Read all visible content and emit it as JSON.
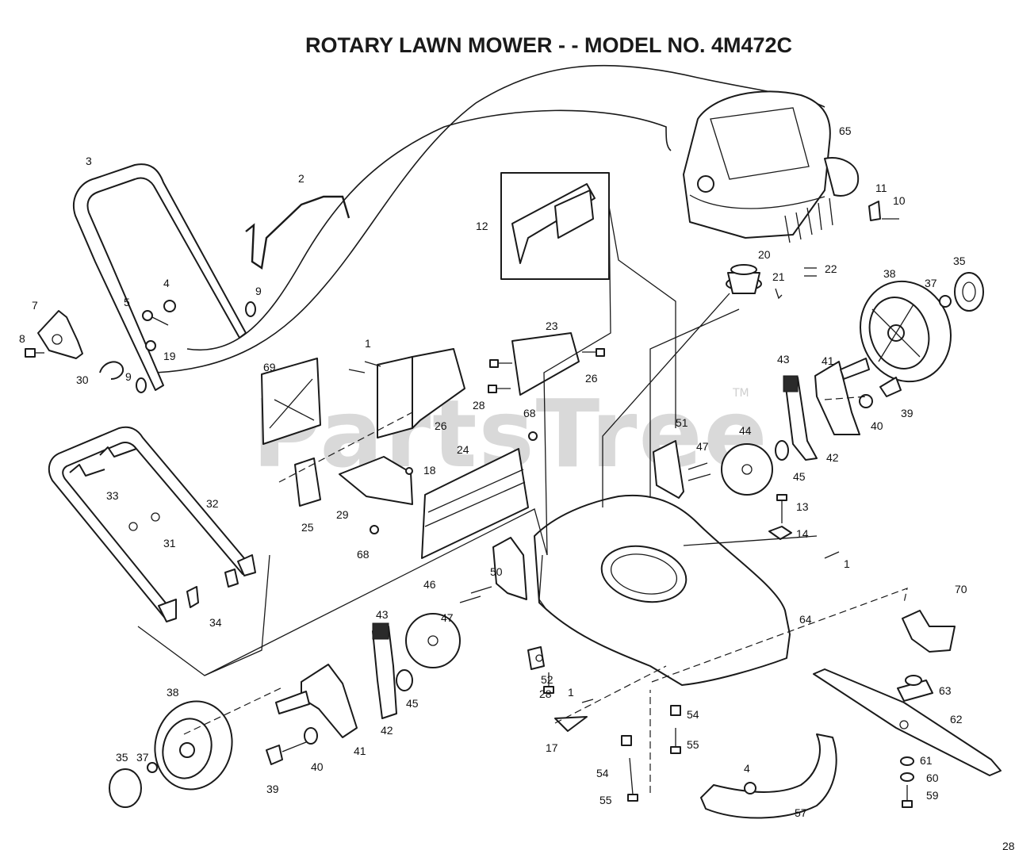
{
  "title": "ROTARY LAWN MOWER - - MODEL NO. 4M472C",
  "watermark": "PartsTree",
  "watermark_mark": "TM",
  "callouts": [
    "1",
    "1",
    "1",
    "2",
    "3",
    "4",
    "4",
    "5",
    "7",
    "8",
    "9",
    "9",
    "10",
    "11",
    "12",
    "13",
    "14",
    "17",
    "18",
    "19",
    "20",
    "21",
    "22",
    "23",
    "24",
    "25",
    "26",
    "26",
    "28",
    "28",
    "28",
    "29",
    "30",
    "31",
    "32",
    "33",
    "34",
    "35",
    "35",
    "37",
    "37",
    "38",
    "38",
    "39",
    "39",
    "40",
    "40",
    "41",
    "41",
    "42",
    "42",
    "43",
    "43",
    "44",
    "45",
    "45",
    "46",
    "47",
    "47",
    "50",
    "51",
    "52",
    "54",
    "54",
    "55",
    "55",
    "57",
    "59",
    "60",
    "61",
    "62",
    "63",
    "64",
    "65",
    "68",
    "68",
    "69",
    "70"
  ]
}
